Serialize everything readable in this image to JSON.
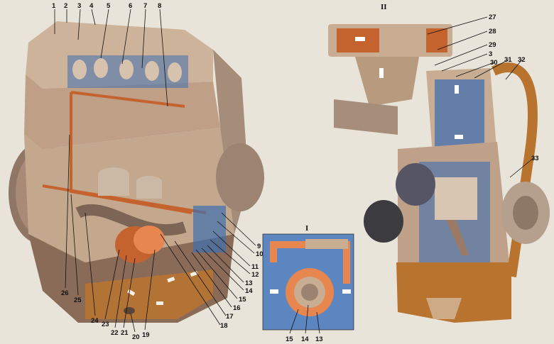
{
  "panel_labels": {
    "main": "II",
    "inset": "I"
  },
  "callouts": {
    "left_top": [
      "1",
      "2",
      "3",
      "4",
      "5",
      "6",
      "7",
      "8"
    ],
    "left_right": [
      "9",
      "10",
      "11",
      "12",
      "13",
      "14",
      "15",
      "16",
      "17",
      "18"
    ],
    "left_bottom": [
      "19",
      "20",
      "21",
      "22",
      "23",
      "24",
      "25",
      "26"
    ],
    "right_top": [
      "27",
      "28",
      "29",
      "3",
      "30",
      "31",
      "32"
    ],
    "right_side": [
      "33"
    ],
    "inset_bottom": [
      "15",
      "14",
      "13"
    ]
  },
  "colors": {
    "background": "#e9e4da",
    "engine_block": "#c9ad92",
    "engine_shadow": "#8a6f5c",
    "oil_flow": "#c5632f",
    "oil_light": "#e8864f",
    "oil_sump": "#b8742f",
    "cutaway_blue": "#3f6fb0",
    "inset_bg": "#5b86c0"
  }
}
